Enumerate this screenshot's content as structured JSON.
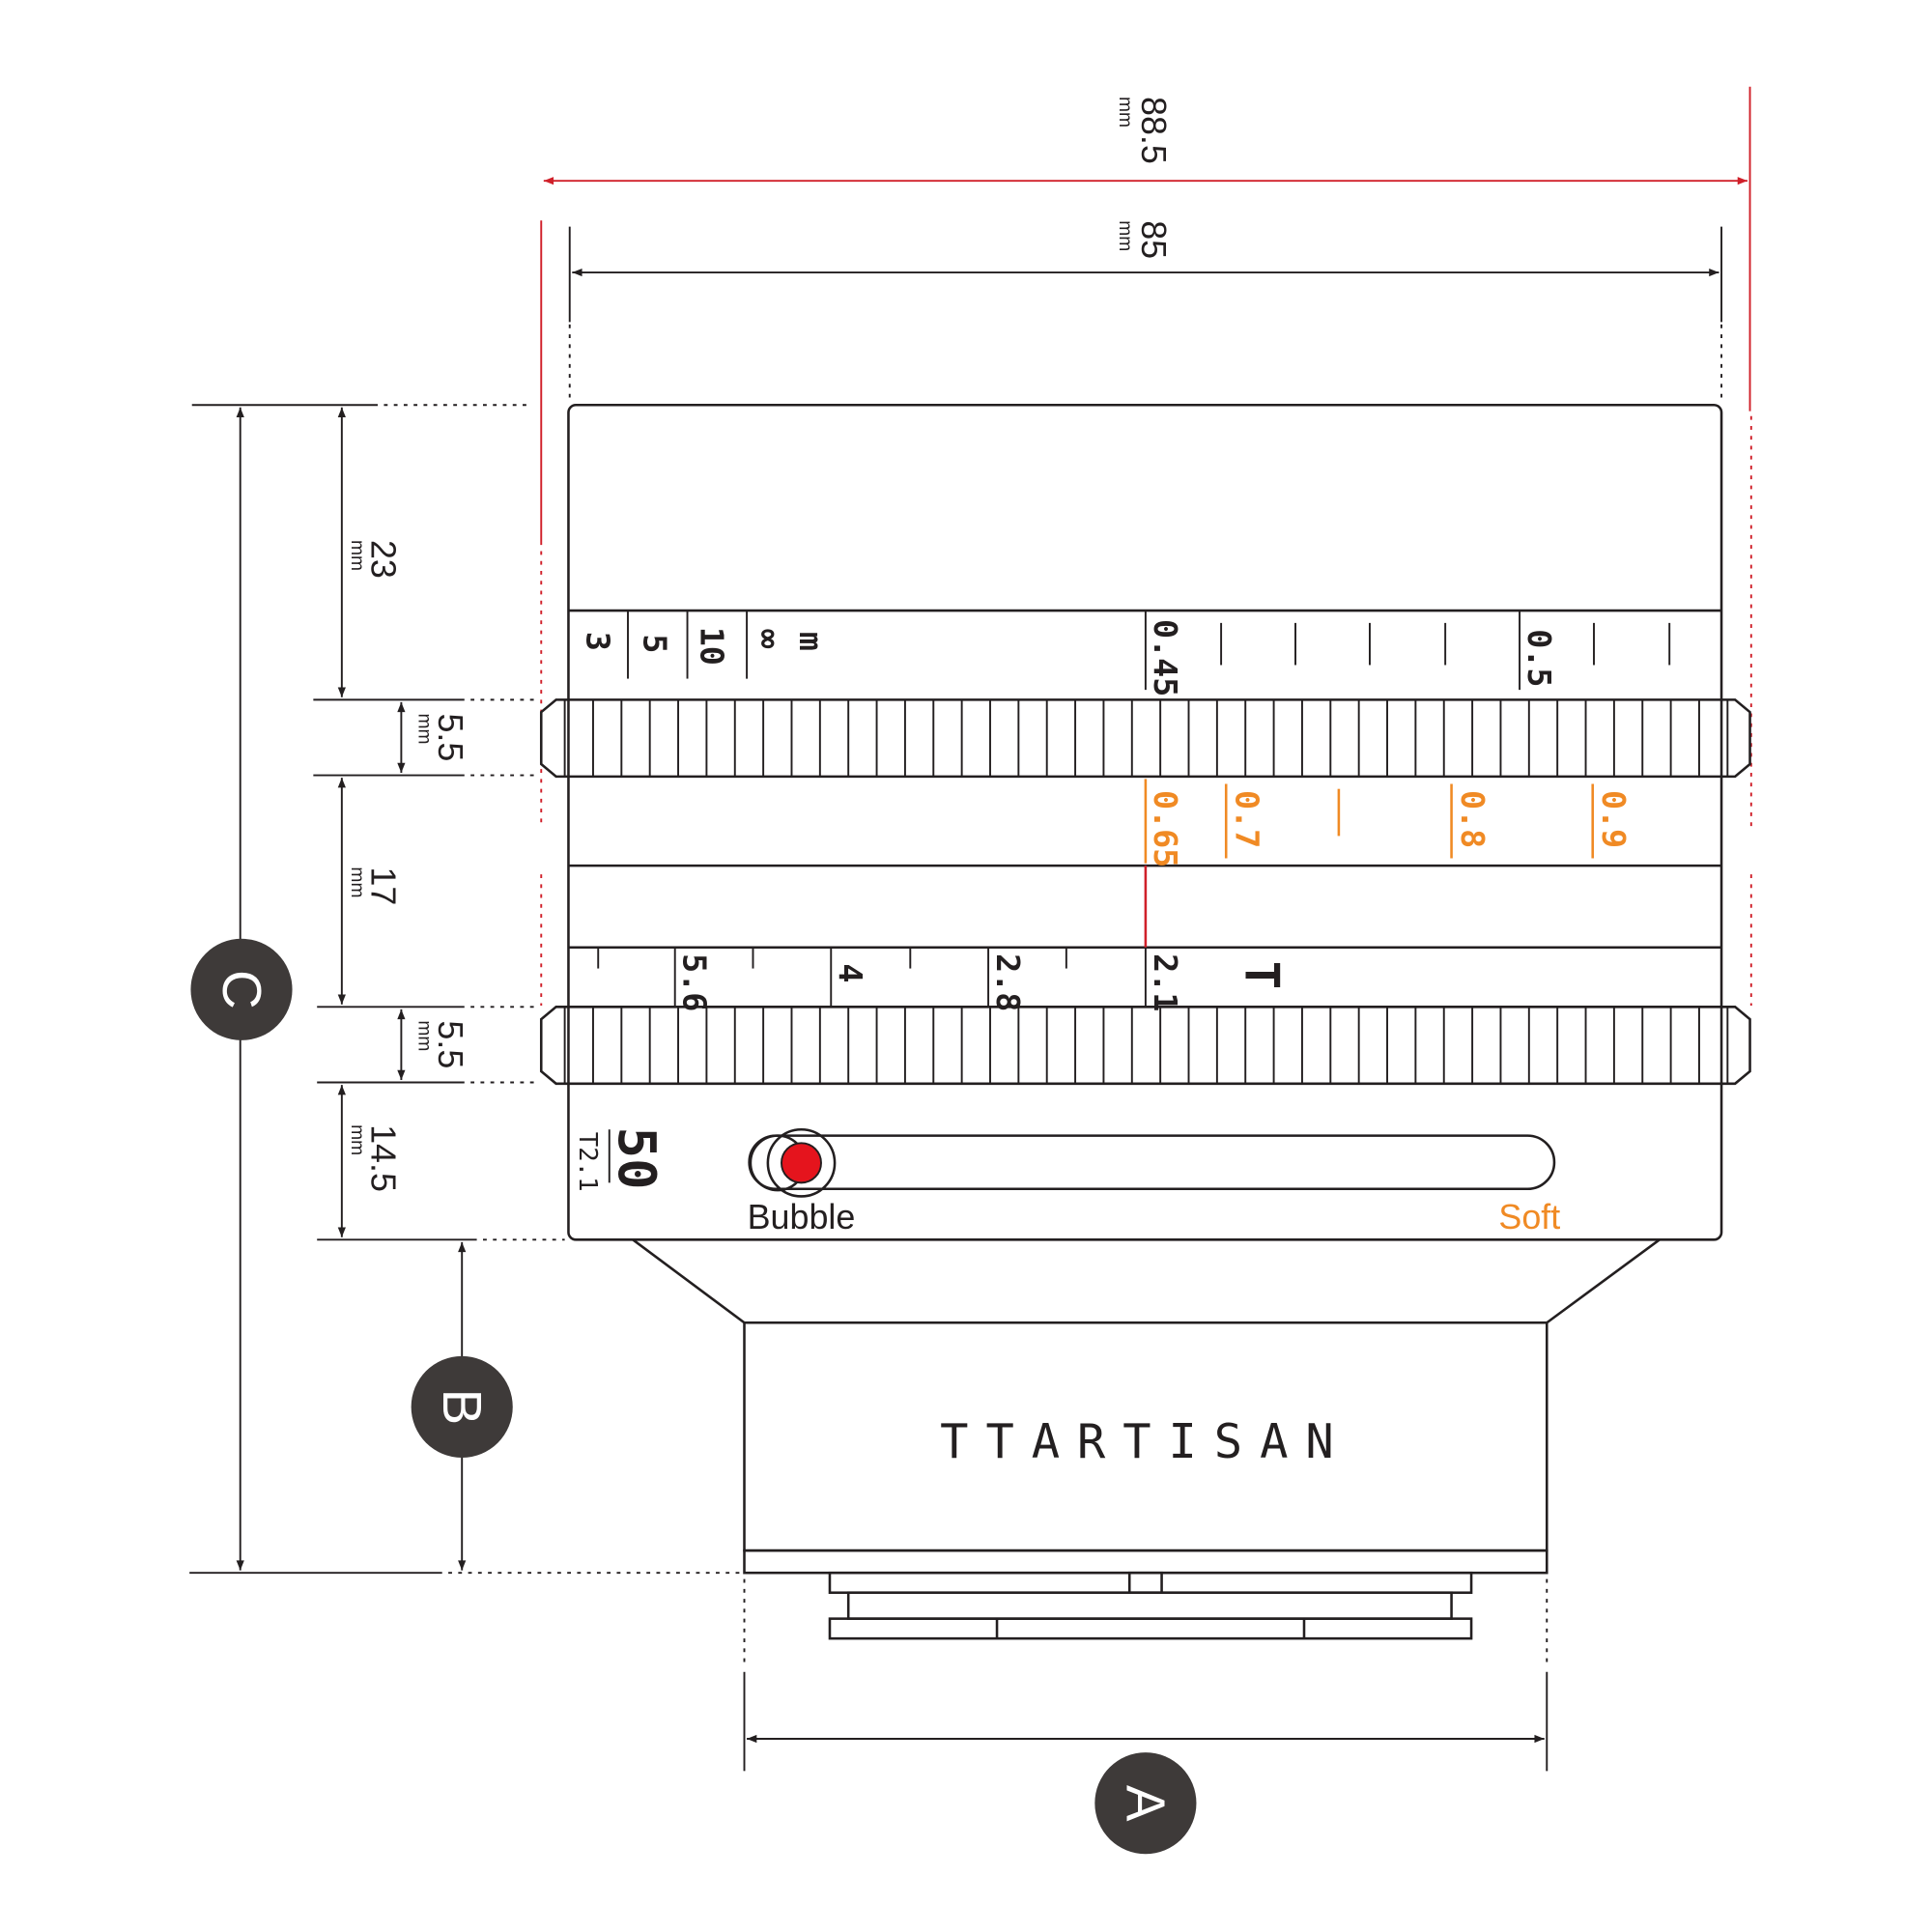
{
  "dimensions": {
    "overall_width": {
      "value": "88.5",
      "unit": "mm"
    },
    "body_width": {
      "value": "85",
      "unit": "mm"
    },
    "front_section": {
      "value": "23",
      "unit": "mm"
    },
    "focus_ring": {
      "value": "5.5",
      "unit": "mm"
    },
    "middle_section": {
      "value": "17",
      "unit": "mm"
    },
    "aperture_ring": {
      "value": "5.5",
      "unit": "mm"
    },
    "rear_section": {
      "value": "14.5",
      "unit": "mm"
    }
  },
  "markers": {
    "a": "A",
    "b": "B",
    "c": "C"
  },
  "distance_scale": {
    "labels": [
      "3",
      "5",
      "10",
      "∞",
      "m"
    ],
    "near_labels": [
      "0.45",
      "0.5"
    ]
  },
  "orange_scale": {
    "labels": [
      "0.65",
      "0.7",
      "0.8",
      "0.9"
    ]
  },
  "aperture_scale": {
    "labels": [
      "5.6",
      "4",
      "2.8",
      "2.1",
      "T"
    ]
  },
  "model": {
    "focal": "50",
    "aperture": "T2.1"
  },
  "switch": {
    "left_label": "Bubble",
    "right_label": "Soft"
  },
  "brand": "TTARTISAN",
  "colors": {
    "line": "#231f20",
    "red": "#d0202a",
    "orange": "#f08a24",
    "marker": "#3e3a39"
  }
}
